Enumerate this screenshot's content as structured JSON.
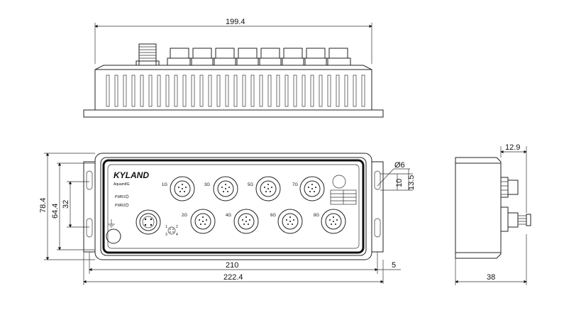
{
  "dimensions": {
    "top_width": "199.4",
    "front_width_inner": "210",
    "front_width_total": "222.4",
    "front_height_total": "78.4",
    "front_height_inner": "64.4",
    "mount_spacing": "32",
    "hole_diameter": "Ø6",
    "hole_h1": "10",
    "hole_h2": "13.5",
    "ear_offset": "5",
    "side_depth": "38",
    "side_top": "12.9"
  },
  "front_panel": {
    "brand": "KYLAND",
    "model": "Aquam8G",
    "led_pwr1": "PWR1",
    "led_pwr2": "PWR2",
    "console_pins": {
      "p1": "1",
      "p2": "2",
      "p3": "3",
      "p4": "4"
    }
  },
  "ports": [
    {
      "label": "1G"
    },
    {
      "label": "2G"
    },
    {
      "label": "3G"
    },
    {
      "label": "4G"
    },
    {
      "label": "5G"
    },
    {
      "label": "6G"
    },
    {
      "label": "7G"
    },
    {
      "label": "8G"
    }
  ]
}
